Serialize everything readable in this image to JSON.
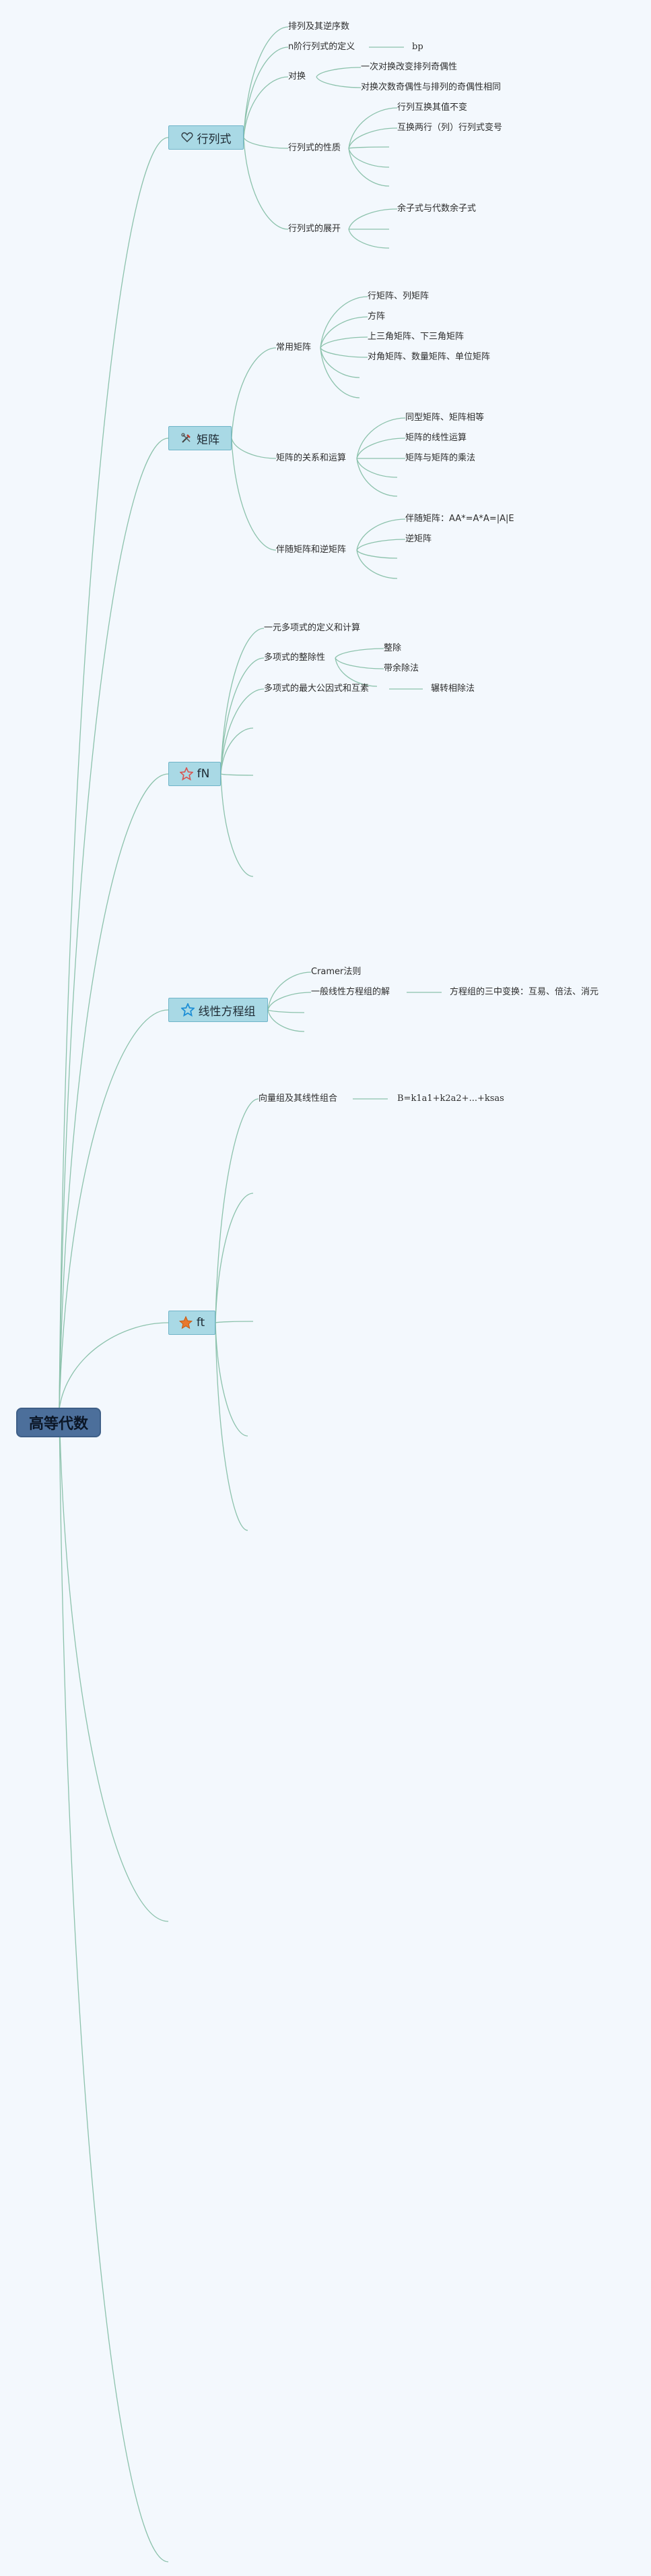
{
  "root": {
    "label": "高等代数"
  },
  "branches": [
    {
      "label": "行列式",
      "icon": "heart-icon"
    },
    {
      "label": "矩阵",
      "icon": "tools-icon"
    },
    {
      "label": "fN",
      "icon": "star-outline-icon"
    },
    {
      "label": "线性方程组",
      "icon": "star-blue-icon"
    },
    {
      "label": "ft",
      "icon": "star-orange-icon"
    }
  ],
  "determinant": {
    "permutation": "排列及其逆序数",
    "n_order_def": "n阶行列式的定义",
    "n_order_note": "bp",
    "swap": "对换",
    "swap_1": "一次对换改变排列奇偶性",
    "swap_2": "对换次数奇偶性与排列的奇偶性相同",
    "properties": "行列式的性质",
    "prop_1": "行列互换其值不变",
    "prop_2": "互换两行（列）行列式变号",
    "expansion": "行列式的展开",
    "exp_1": "余子式与代数余子式"
  },
  "matrix": {
    "common": "常用矩阵",
    "common_1": "行矩阵、列矩阵",
    "common_2": "方阵",
    "common_3": "上三角矩阵、下三角矩阵",
    "common_4": "对角矩阵、数量矩阵、单位矩阵",
    "relation": "矩阵的关系和运算",
    "rel_1": "同型矩阵、矩阵相等",
    "rel_2": "矩阵的线性运算",
    "rel_3": "矩阵与矩阵的乘法",
    "adjoint": "伴随矩阵和逆矩阵",
    "adj_1": "伴随矩阵：AA*=A*A=|A|E",
    "adj_2": "逆矩阵"
  },
  "poly": {
    "p1": "一元多项式的定义和计算",
    "p2": "多项式的整除性",
    "p2_1": "整除",
    "p2_2": "带余除法",
    "p3": "多项式的最大公因式和互素",
    "p3_1": "辗转相除法"
  },
  "linear": {
    "l1": "Cramer法则",
    "l2": "一般线性方程组的解",
    "l2_1": "方程组的三中变换：互易、倍法、消元"
  },
  "vector": {
    "v1": "向量组及其线性组合",
    "v1_1": "B=k1a1+k2a2+...+ksas"
  }
}
